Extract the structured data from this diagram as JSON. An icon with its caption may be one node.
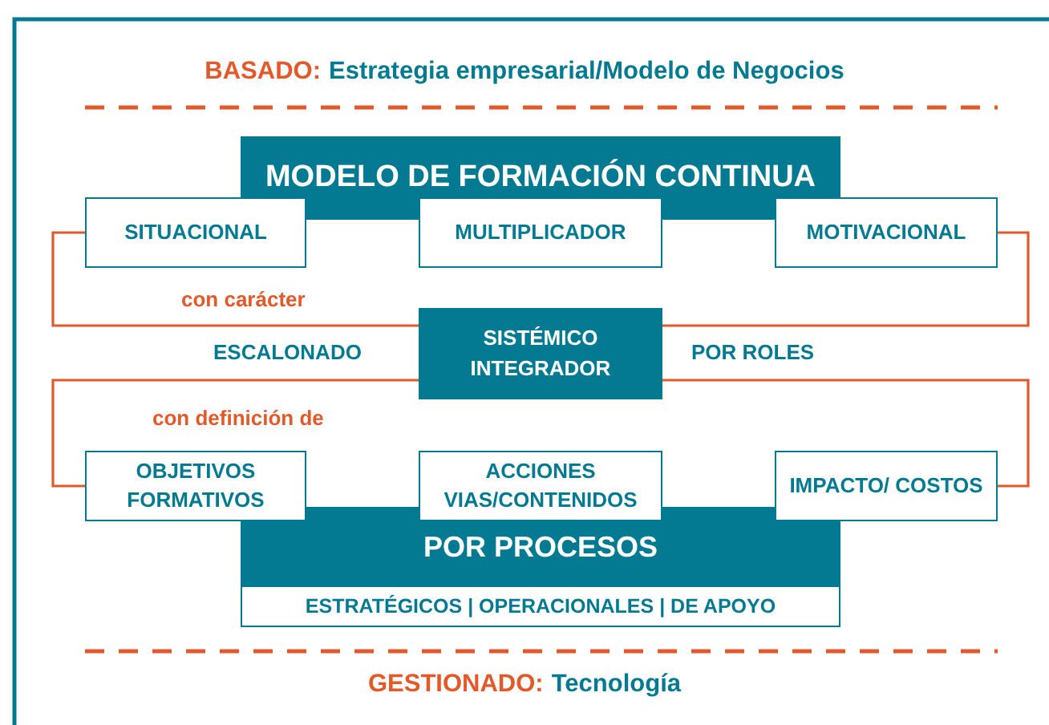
{
  "diagram": {
    "nodes": [
      {
        "text": [
          "MODELO DE FORMACIÓN CONTINUA"
        ]
      },
      {
        "text": [
          "SITUACIONAL"
        ]
      },
      {
        "text": [
          "MULTIPLICADOR"
        ]
      },
      {
        "text": [
          "MOTIVACIONAL"
        ]
      },
      {
        "text": [
          "SISTÉMICO INTEGRADOR"
        ]
      },
      {
        "text": [
          "OBJETIVOS FORMATIVOS"
        ]
      },
      {
        "text": [
          "ACCIONES VIAS/CONTENIDOS"
        ]
      },
      {
        "text": [
          "IMPACTO/ COSTOS"
        ]
      },
      {
        "text": [
          "POR PROCESOS"
        ]
      },
      {
        "text": [
          "ESTRATÉGICOS | OPERACIONALES | DE APOYO"
        ]
      }
    ],
    "edges": [
      {
        "from": 1,
        "to": 4,
        "arrow": "none"
      },
      {
        "from": 3,
        "to": 4,
        "arrow": "none"
      },
      {
        "from": 4,
        "to": 5,
        "arrow": "none"
      },
      {
        "from": 4,
        "to": 7,
        "arrow": "none"
      }
    ],
    "labels": [
      "BASADO:",
      "Estrategia empresarial/Modelo de Negocios",
      "con carácter",
      "ESCALONADO",
      "POR ROLES",
      "con definición de",
      "GESTIONADO:",
      "Tecnología"
    ]
  }
}
